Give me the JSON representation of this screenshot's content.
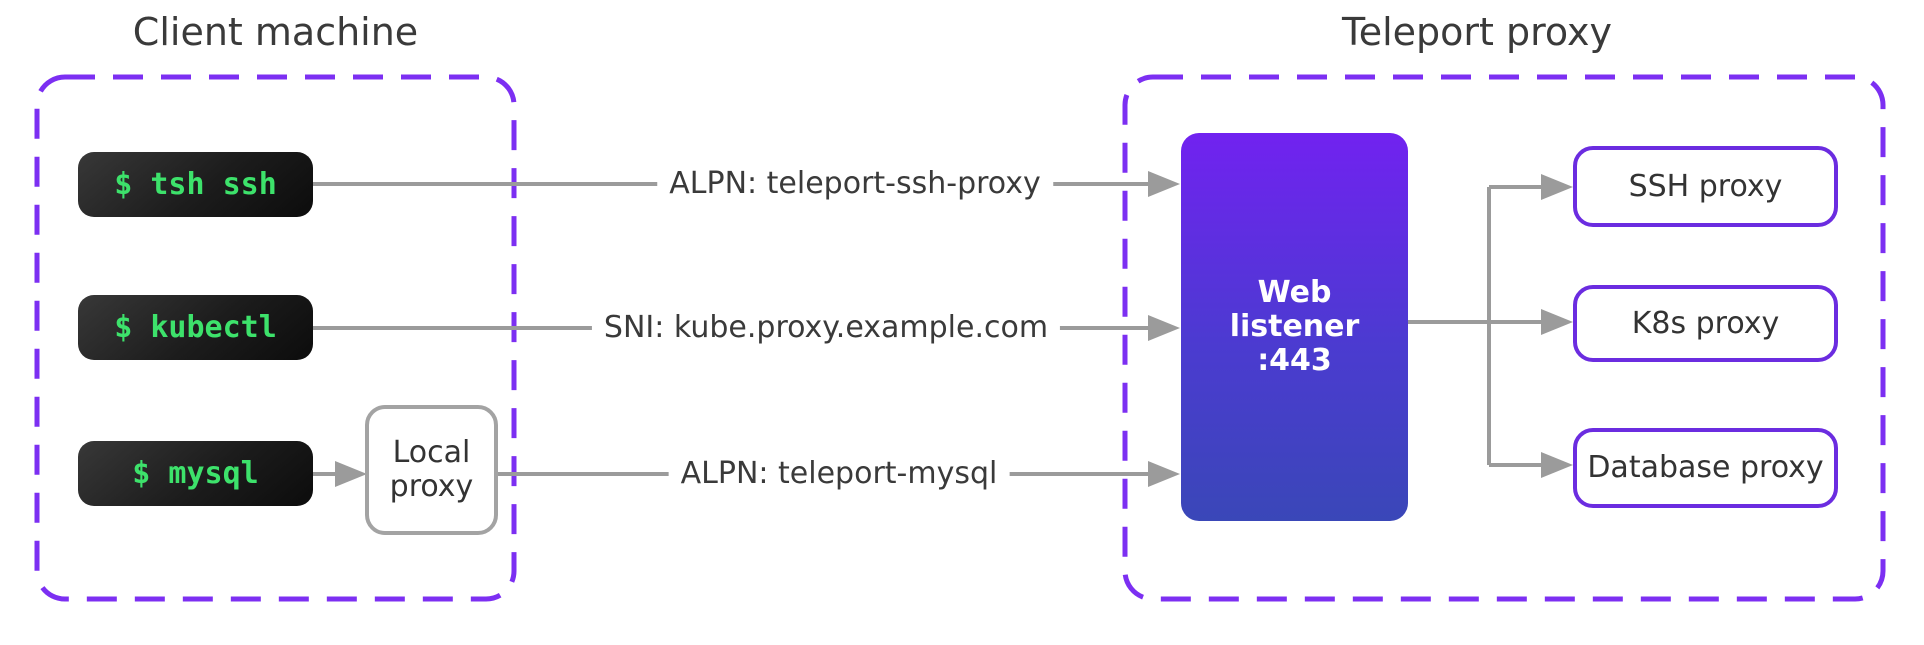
{
  "titles": {
    "client": "Client machine",
    "teleport": "Teleport proxy"
  },
  "client": {
    "terminals": [
      {
        "command": "$ tsh ssh"
      },
      {
        "command": "$ kubectl"
      },
      {
        "command": "$ mysql"
      }
    ],
    "local_proxy": {
      "label": "Local proxy"
    }
  },
  "connections": [
    {
      "from": "$ tsh ssh",
      "to": "Web listener :443",
      "label": "ALPN: teleport-ssh-proxy"
    },
    {
      "from": "$ kubectl",
      "to": "Web listener :443",
      "label": "SNI: kube.proxy.example.com"
    },
    {
      "from": "$ mysql",
      "via": "Local proxy",
      "to": "Web listener :443",
      "label": "ALPN: teleport-mysql"
    }
  ],
  "teleport": {
    "web_listener": {
      "lines": [
        "Web",
        "listener",
        ":443"
      ]
    },
    "proxies": [
      {
        "label": "SSH proxy"
      },
      {
        "label": "K8s proxy"
      },
      {
        "label": "Database proxy"
      }
    ]
  },
  "colors": {
    "dashed_border": "#7c2ff2",
    "proxy_border": "#6b2ce0",
    "listener_gradient_top": "#7122f0",
    "listener_gradient_bottom": "#3a47b8",
    "terminal_green": "#3de26b",
    "terminal_bg": "#1c1c1c",
    "connector_gray": "#9b9b9b",
    "text_dark": "#3a3a3a"
  }
}
